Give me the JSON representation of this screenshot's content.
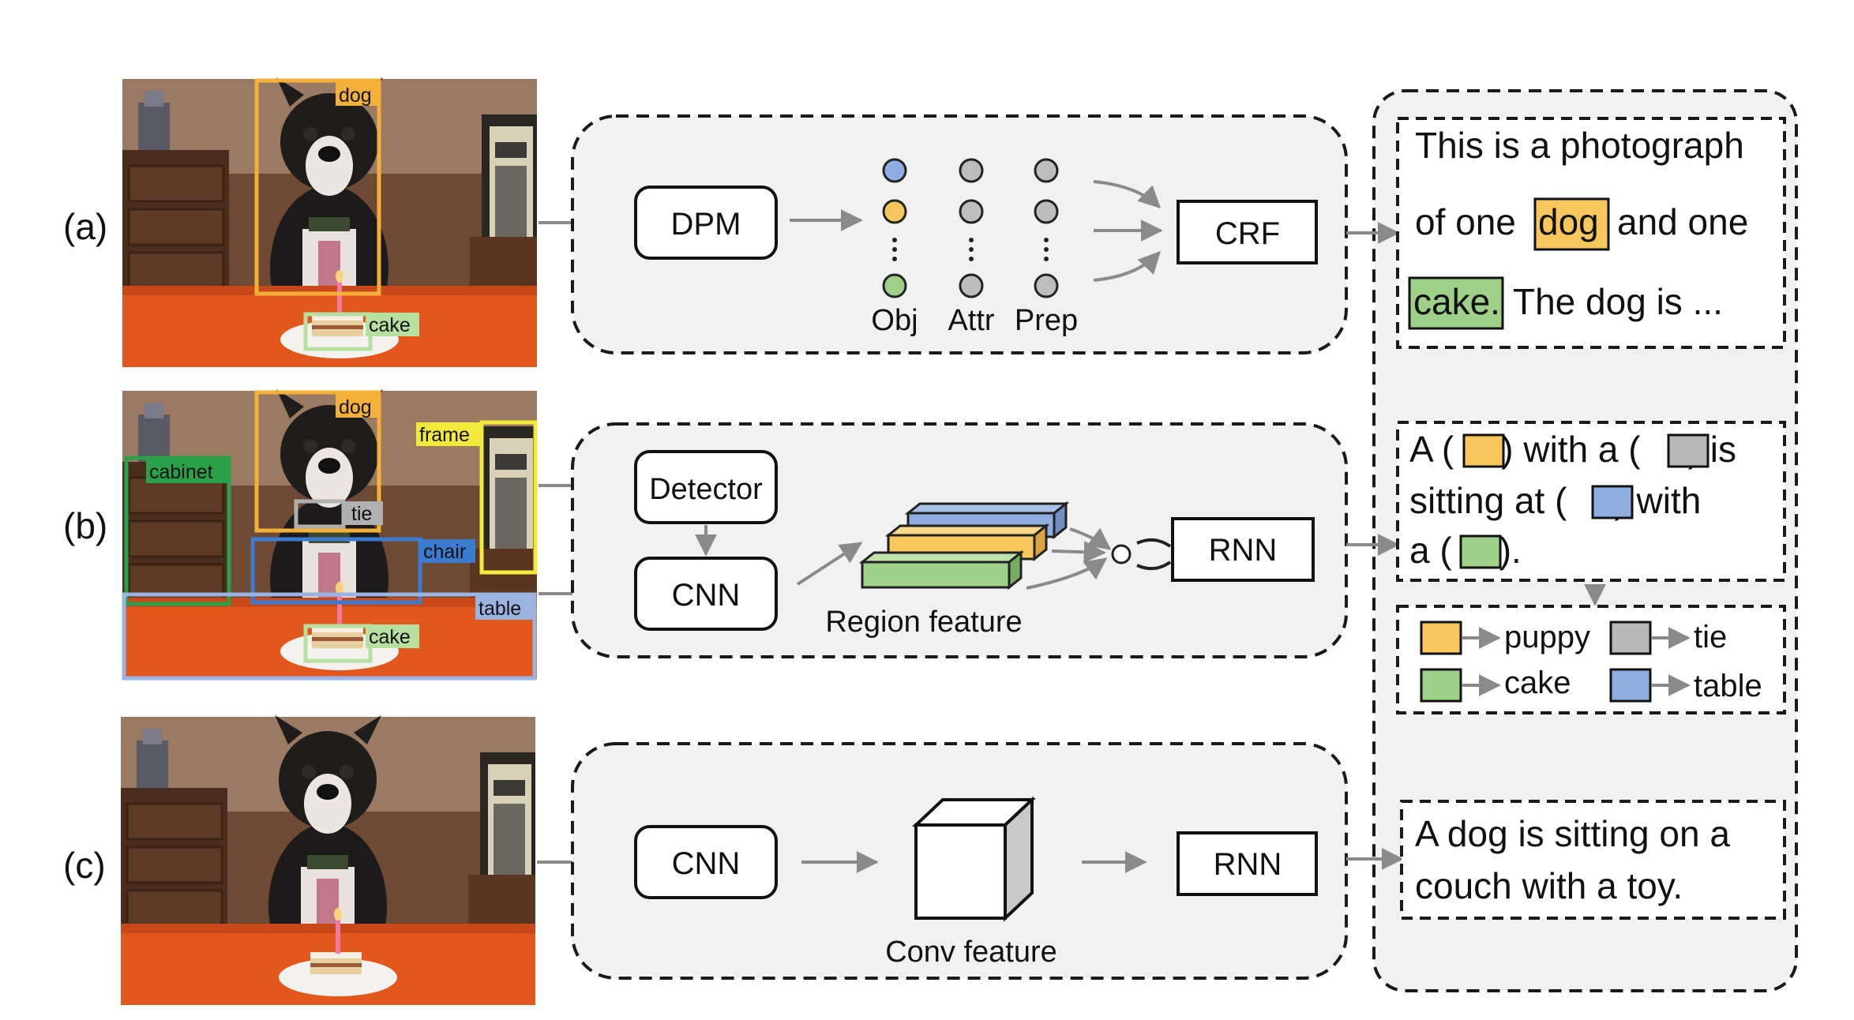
{
  "rows": {
    "a": {
      "label": "(a)"
    },
    "b": {
      "label": "(b)"
    },
    "c": {
      "label": "(c)"
    }
  },
  "detections": {
    "a": [
      "dog",
      "cake"
    ],
    "b": [
      "dog",
      "frame",
      "cabinet",
      "tie",
      "chair",
      "table",
      "cake"
    ]
  },
  "modules": {
    "dpm": "DPM",
    "crf": "CRF",
    "detector": "Detector",
    "cnn": "CNN",
    "rnn": "RNN",
    "obj": "Obj",
    "attr": "Attr",
    "prep": "Prep",
    "region_feature": "Region feature",
    "conv_feature": "Conv feature"
  },
  "captions": {
    "a": {
      "line1": "This is a photograph",
      "line2_pre": "of one",
      "line2_word": "dog",
      "line2_post": "and one",
      "line3_word": "cake.",
      "line3_post": "The dog is ..."
    },
    "b": {
      "l1_a": "A (",
      "l1_b": ") with a (",
      "l1_c": ") is",
      "l2_a": "sitting at (",
      "l2_b": ") with",
      "l3_a": "a (",
      "l3_b": ")."
    },
    "c": {
      "line1": "A dog is sitting on a",
      "line2": "couch with a toy."
    }
  },
  "legend": {
    "puppy": "puppy",
    "tie": "tie",
    "cake": "cake",
    "table": "table"
  },
  "colors": {
    "yellow": "#f7c65c",
    "gray": "#b8b8b8",
    "blue": "#8eaee0",
    "green": "#9fd08a",
    "panel_bg": "#f1f1f1",
    "arrow": "#8a8a8a",
    "box_orange": "#f3b13a",
    "box_green_light": "#b6dfa0",
    "box_gray": "#b0b0b0",
    "box_blue": "#3b7bd0",
    "box_yellow": "#f2ea3a",
    "box_green_dark": "#2aa04a",
    "box_table": "#9ab3e0"
  }
}
